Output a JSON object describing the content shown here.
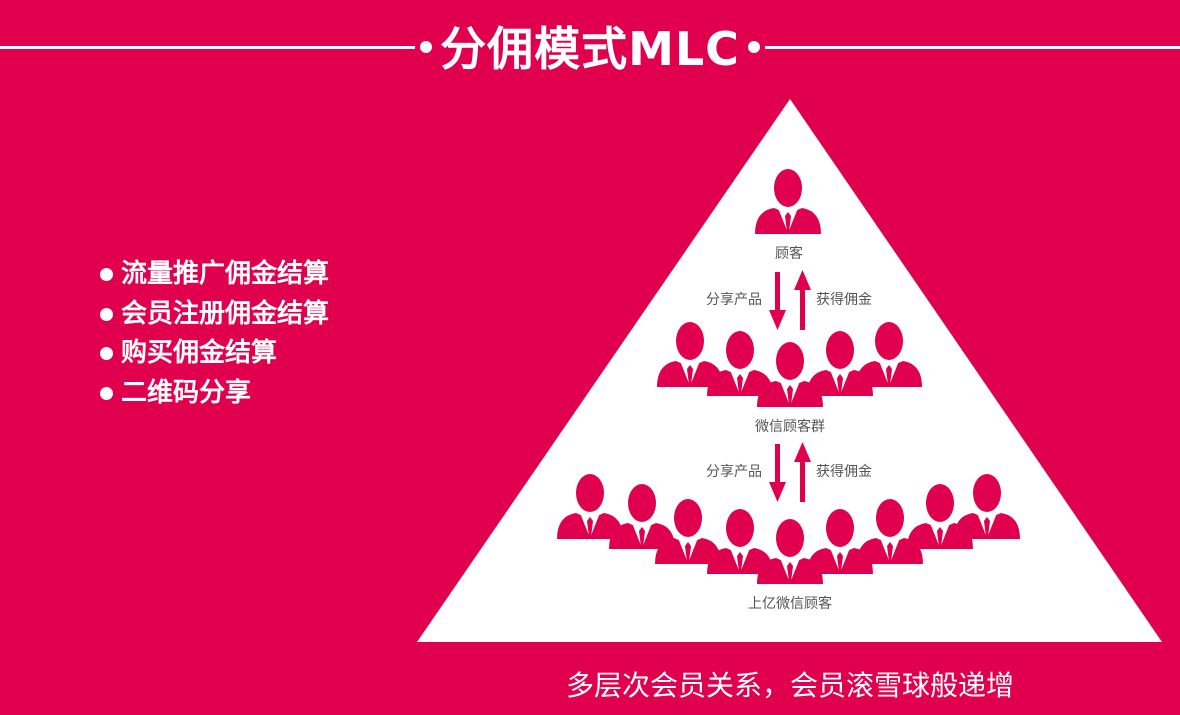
{
  "title": "分佣模式MLC",
  "features": [
    "流量推广佣金结算",
    "会员注册佣金结算",
    "购买佣金结算",
    "二维码分享"
  ],
  "pyramid": {
    "tier1_label": "顾客",
    "tier2_label": "微信顾客群",
    "tier3_label": "上亿微信顾客",
    "share_label": "分享产品",
    "commission_label": "获得佣金"
  },
  "caption": "多层次会员关系，会员滚雪球般递增",
  "colors": {
    "background": "#e0004d",
    "accent": "#e0004d",
    "surface": "#ffffff",
    "label": "#555555"
  },
  "icons": [
    "person-icon",
    "arrow-down-icon",
    "arrow-up-icon"
  ]
}
